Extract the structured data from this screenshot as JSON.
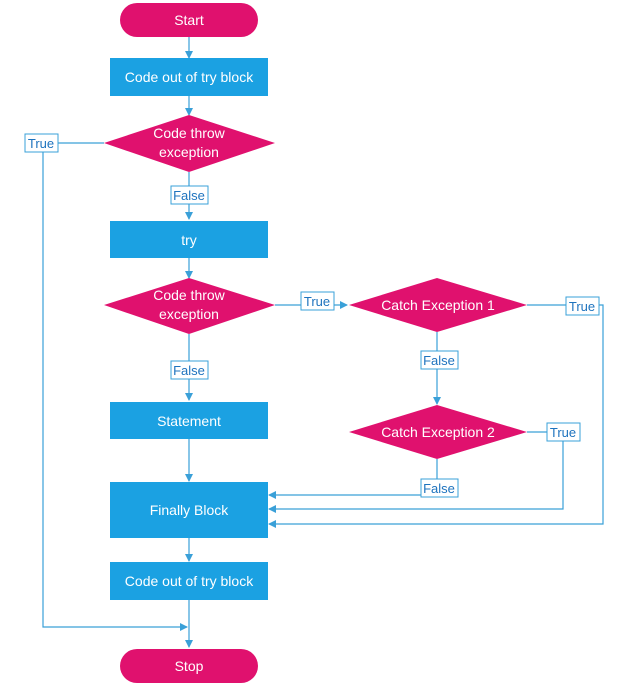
{
  "colors": {
    "terminal": "#e0116e",
    "process": "#1ba1e2",
    "decision": "#e0116e",
    "edge": "#3aa0d8",
    "edge_label_text": "#1e73be"
  },
  "nodes": {
    "start": "Start",
    "code_out_1": "Code out of try block",
    "decision_1": [
      "Code throw",
      "exception"
    ],
    "try": "try",
    "decision_2": [
      "Code throw",
      "exception"
    ],
    "catch_1": "Catch Exception 1",
    "catch_2": "Catch Exception 2",
    "statement": "Statement",
    "finally": "Finally Block",
    "code_out_2": "Code out of try block",
    "stop": "Stop"
  },
  "edge_labels": {
    "d1_true": "True",
    "d1_false": "False",
    "d2_true": "True",
    "d2_false": "False",
    "c1_true": "True",
    "c1_false": "False",
    "c2_true": "True",
    "c2_false": "False"
  }
}
